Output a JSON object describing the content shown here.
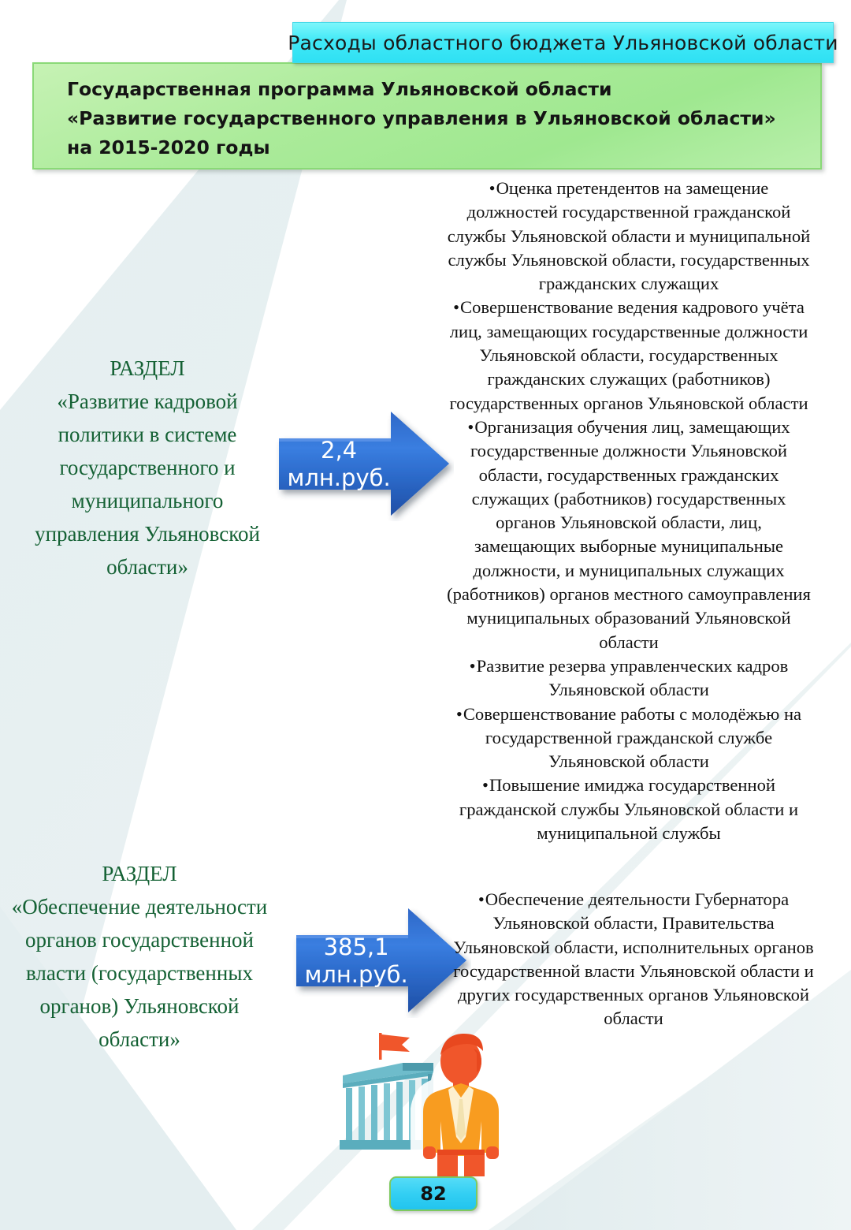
{
  "header": {
    "ribbon_title": "Расходы областного бюджета Ульяновской области",
    "program_line_1": "Государственная программа Ульяновской области",
    "program_line_2": "«Развитие государственного управления в Ульяновской области»",
    "program_line_3": "на 2015-2020 годы"
  },
  "sections": [
    {
      "kicker": "РАЗДЕЛ",
      "name": "«Развитие кадровой политики в системе государственного и муниципального управления Ульяновской области»",
      "amount_value": "2,4",
      "amount_unit": "млн.руб.",
      "bullets": [
        "Оценка претендентов на замещение должностей государственной гражданской службы Ульяновской области и муниципальной службы Ульяновской области, государственных гражданских служащих",
        "Совершенствование ведения кадрового учёта лиц, замещающих государственные должности Ульяновской области, государственных гражданских служащих (работников) государственных органов Ульяновской области",
        "Организация обучения лиц, замещающих государственные должности Ульяновской области, государственных гражданских служащих (работников) государственных органов Ульяновской области, лиц, замещающих выборные муниципальные должности, и муниципальных служащих (работников) органов местного самоуправления муниципальных образований Ульяновской области",
        "Развитие резерва управленческих кадров Ульяновской области",
        "Совершенствование работы с молодёжью на государственной гражданской службе Ульяновской области",
        "Повышение имиджа государственной гражданской службы Ульяновской области и муниципальной службы"
      ]
    },
    {
      "kicker": "РАЗДЕЛ",
      "name": "«Обеспечение деятельности органов государственной власти (государственных органов) Ульяновской области»",
      "amount_value": "385,1",
      "amount_unit": "млн.руб.",
      "bullets": [
        "Обеспечение деятельности Губернатора Ульяновской области, Правительства Ульяновской области, исполнительных органов государственной власти Ульяновской области и других государственных органов Ульяновской области"
      ]
    }
  ],
  "illustration": {
    "name": "government-building-and-official",
    "building_color": "#5aadbd",
    "flag_color": "#f0562b",
    "suit_color": "#f89c20",
    "skin_color": "#f0562b"
  },
  "footer": {
    "page_number": "82"
  },
  "colors": {
    "ribbon_cyan": "#41e9f7",
    "program_green": "#a9ea98",
    "section_green_text": "#146134",
    "arrow_blue": "#2f6fd0",
    "background_teal": "#e7f0f1"
  }
}
